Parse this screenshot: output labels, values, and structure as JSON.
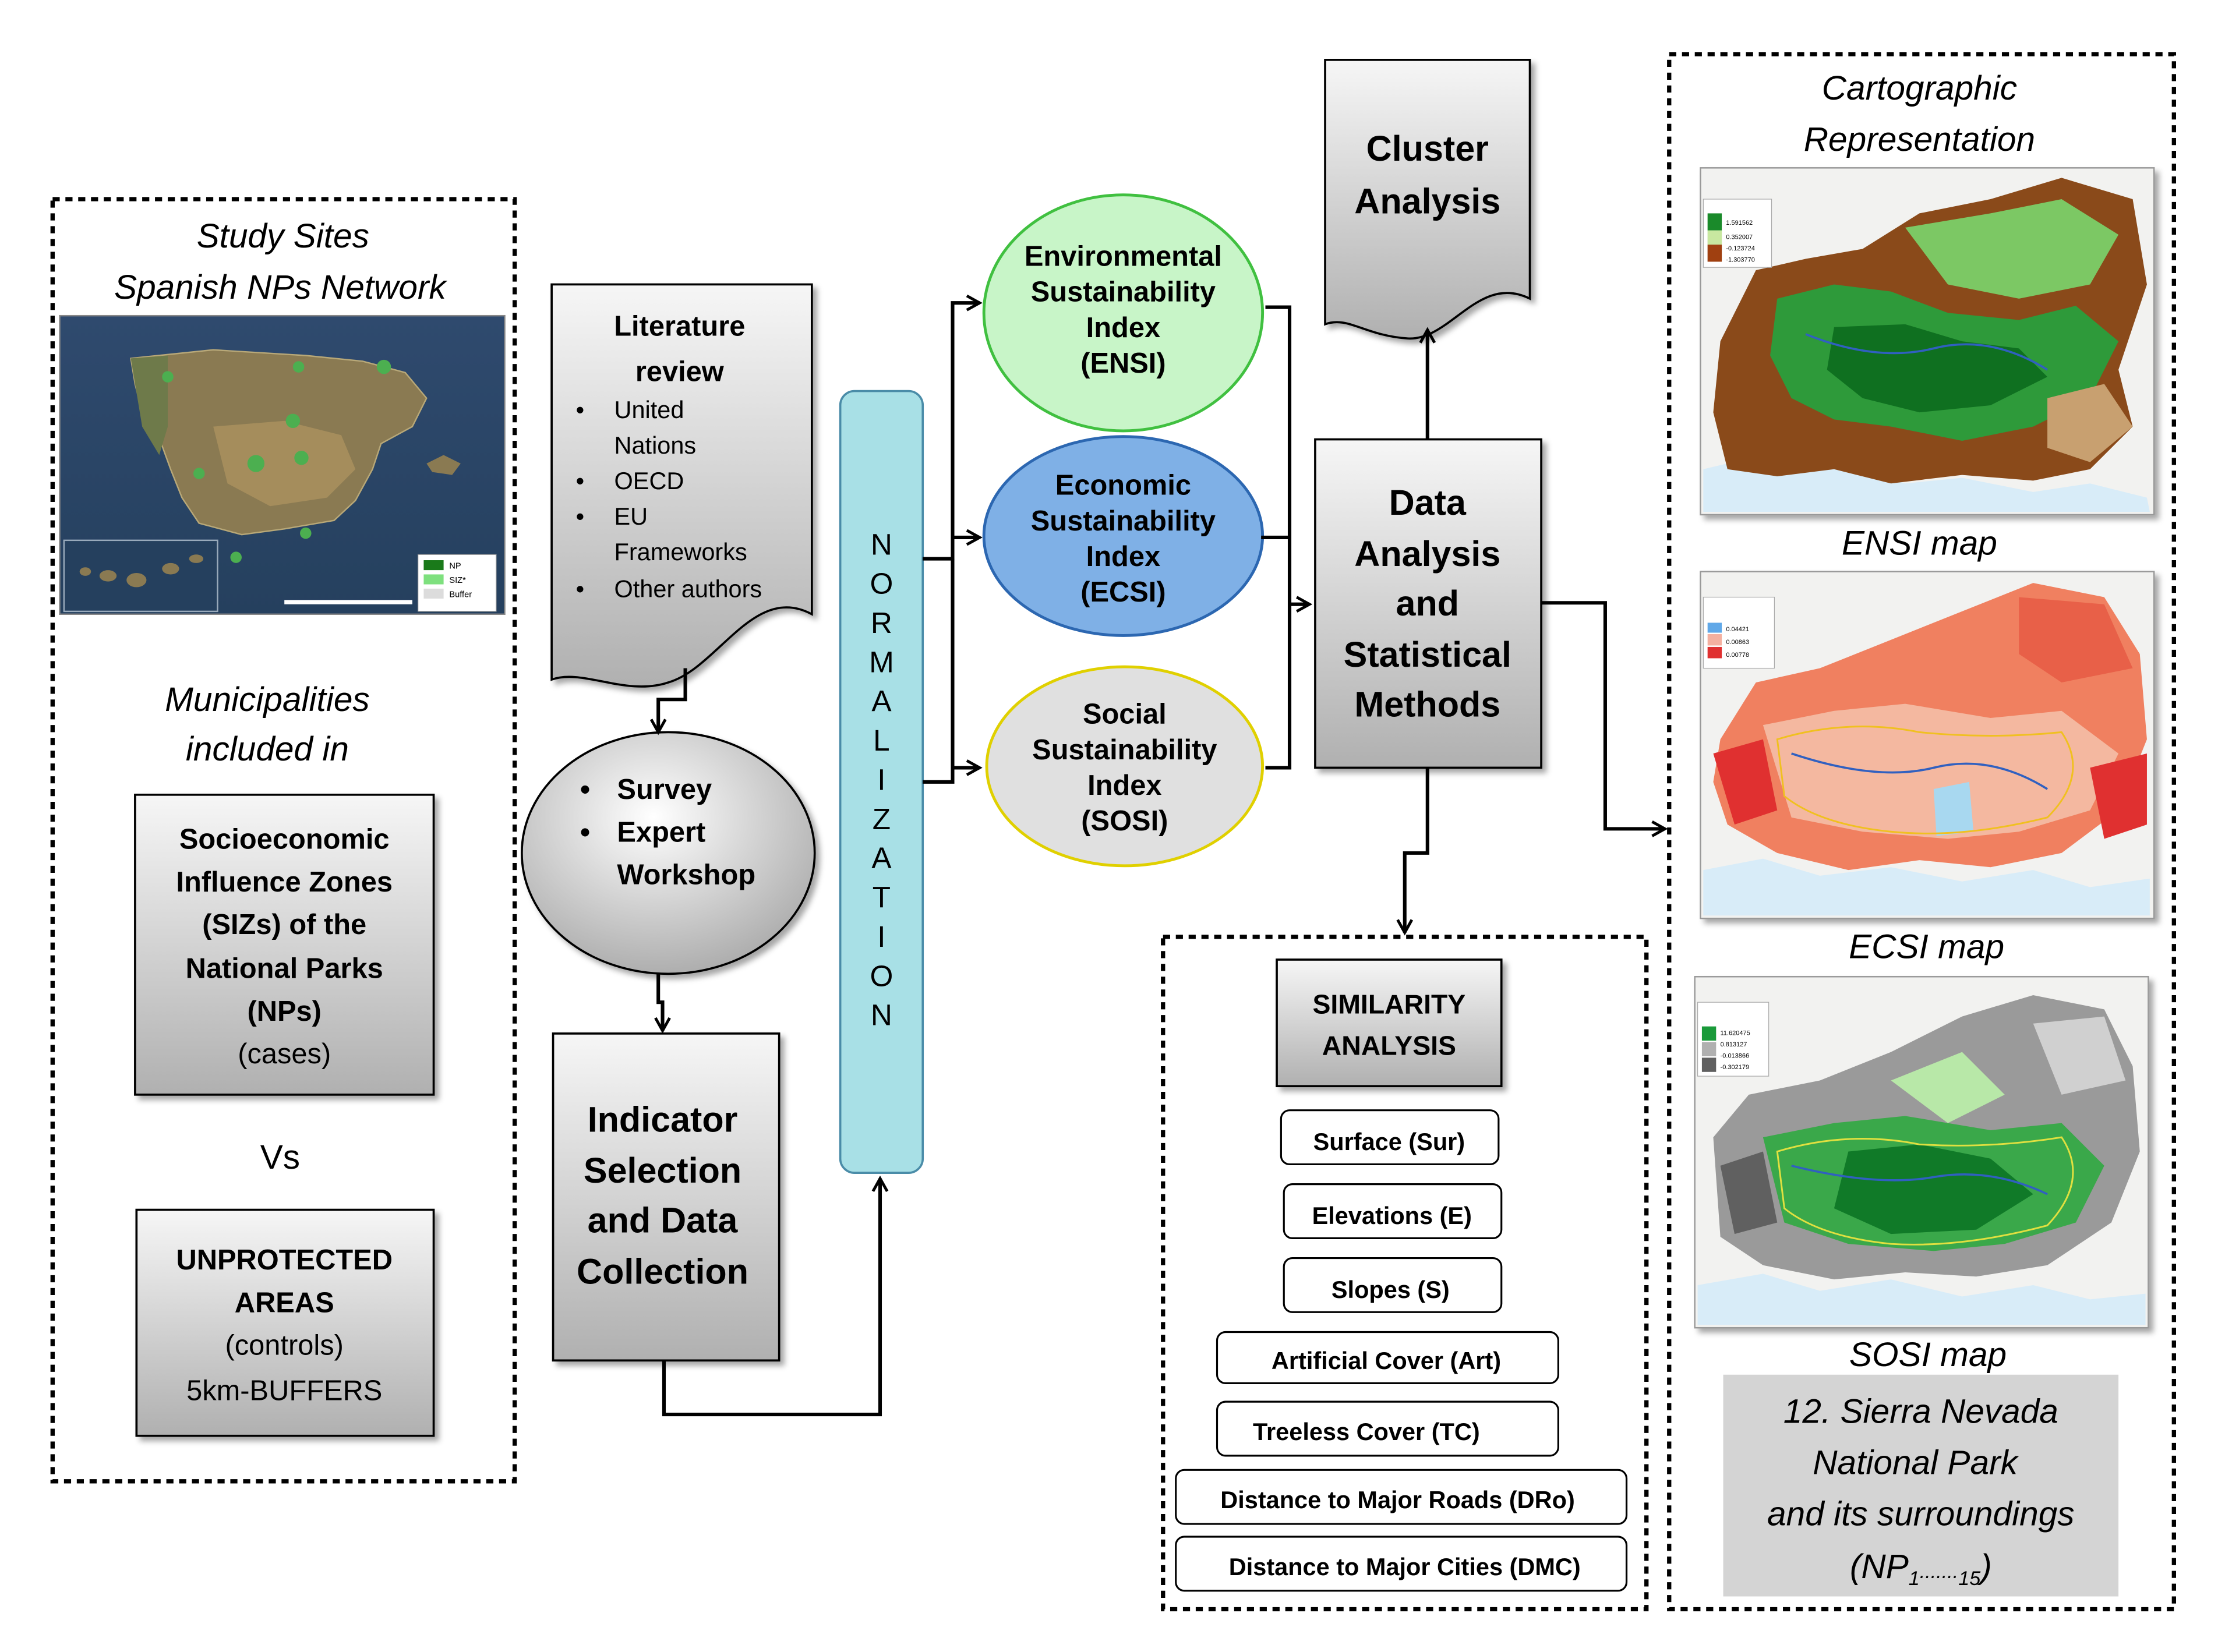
{
  "colors": {
    "ensi_fill": "#c8f5c8",
    "ensi_border": "#40c040",
    "ecsi_fill": "#7fb0e6",
    "ecsi_border": "#2c67b1",
    "sosi_fill": "#e0e0e0",
    "sosi_border": "#e0d000",
    "normalization_fill": "#a8e0e6",
    "box_fill_light": "#f4f4f4",
    "box_fill_dark": "#b4b4b4",
    "caption_fill": "#d4d4d4",
    "line": "#000000"
  },
  "study_sites": {
    "title": [
      "Study Sites",
      "Spanish NPs Network"
    ],
    "map_legend": [
      "NP",
      "SIZ*",
      "Buffer"
    ],
    "municipalities_label": [
      "Municipalities",
      "included in"
    ],
    "siz_box": {
      "lines_bold": [
        "Socioeconomic",
        "Influence Zones",
        "(SIZs) of the",
        "National Parks",
        "(NPs)"
      ],
      "line_normal": "(cases)"
    },
    "vs_label": "Vs",
    "unprotected_box": {
      "lines_bold": [
        "UNPROTECTED",
        "AREAS"
      ],
      "lines_normal": [
        "(controls)",
        "5km-BUFFERS"
      ]
    }
  },
  "literature": {
    "title": [
      "Literature",
      "review"
    ],
    "bullets": [
      [
        "United",
        "Nations"
      ],
      [
        "OECD"
      ],
      [
        "EU",
        "Frameworks"
      ],
      [
        "Other authors"
      ]
    ]
  },
  "survey": {
    "bullets": [
      [
        "Survey"
      ],
      [
        "Expert",
        "Workshop"
      ]
    ]
  },
  "indicator_box": [
    "Indicator",
    "Selection",
    "and Data",
    "Collection"
  ],
  "normalization_letters": [
    "N",
    "O",
    "R",
    "M",
    "A",
    "L",
    "I",
    "Z",
    "A",
    "T",
    "I",
    "O",
    "N"
  ],
  "indices": {
    "ensi": [
      "Environmental",
      "Sustainability",
      "Index",
      "(ENSI)"
    ],
    "ecsi": [
      "Economic",
      "Sustainability",
      "Index",
      "(ECSI)"
    ],
    "sosi": [
      "Social",
      "Sustainability",
      "Index",
      "(SOSI)"
    ]
  },
  "cluster": [
    "Cluster",
    "Analysis"
  ],
  "data_analysis": [
    "Data",
    "Analysis",
    "and",
    "Statistical",
    "Methods"
  ],
  "similarity": {
    "title": [
      "SIMILARITY",
      "ANALYSIS"
    ],
    "items": [
      "Surface (Sur)",
      "Elevations (E)",
      "Slopes (S)",
      "Artificial Cover (Art)",
      "Treeless Cover (TC)",
      "Distance to Major Roads  (DRo)",
      "Distance to Major Cities (DMC)"
    ]
  },
  "cartographic": {
    "title": [
      "Cartographic",
      "Representation"
    ],
    "maps": [
      {
        "label": "ENSI map",
        "legend": [
          "1.591562",
          "0.352007",
          "-0.123724",
          "-1.303770"
        ]
      },
      {
        "label": "ECSI map",
        "legend": [
          "0.04421",
          "0.00863",
          "0.00778"
        ]
      },
      {
        "label": "SOSI map",
        "legend": [
          "11.620475",
          "0.813127",
          "-0.013866",
          "-0.302179"
        ]
      }
    ],
    "caption": [
      "12. Sierra Nevada",
      "National Park",
      "and its surroundings"
    ],
    "caption_np": {
      "base": "(NP",
      "sub1": "1",
      "dots": ".......",
      "sub2": "15",
      "close": ")"
    }
  }
}
